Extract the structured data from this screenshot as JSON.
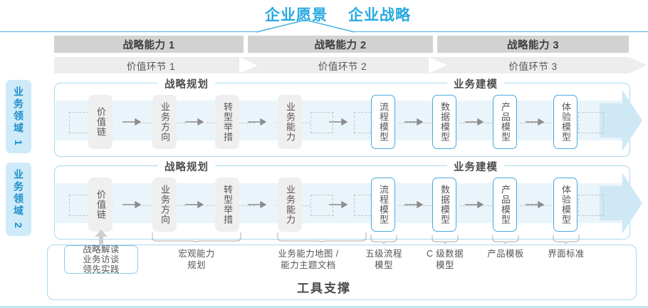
{
  "header": {
    "vision_title": "企业愿景",
    "strategy_title": "企业战略",
    "capabilities": [
      {
        "label": "战略能力 1"
      },
      {
        "label": "战略能力 2"
      },
      {
        "label": "战略能力 3"
      }
    ],
    "value_links": [
      {
        "label": "价值环节 1"
      },
      {
        "label": "价值环节 2"
      },
      {
        "label": "价值环节 3"
      }
    ]
  },
  "domains": [
    {
      "label": "业务领域 1"
    },
    {
      "label": "业务领域 2"
    }
  ],
  "sections": {
    "planning_title": "战略规划",
    "modeling_title": "业务建模"
  },
  "steps": {
    "planning": [
      {
        "label": "价值链"
      },
      {
        "label": "业务方向"
      },
      {
        "label": "转型举措"
      },
      {
        "label": "业务能力"
      }
    ],
    "modeling": [
      {
        "label": "流程模型"
      },
      {
        "label": "数据模型"
      },
      {
        "label": "产品模型"
      },
      {
        "label": "体验模型"
      }
    ]
  },
  "deliverables": [
    {
      "label": "宏观能力\n规划"
    },
    {
      "label": "业务能力地图 /\n能力主题文档"
    },
    {
      "label": "五级流程\n模型"
    },
    {
      "label": "C 级数据\n模型"
    },
    {
      "label": "产品模板"
    },
    {
      "label": "界面标准"
    }
  ],
  "source_box": {
    "label": "战略解读\n业务访谈\n领先实践"
  },
  "footer": {
    "tool_title": "工具支撑"
  },
  "colors": {
    "accent_blue": "#28a9e0",
    "box_blue_border": "#49a9dd",
    "frame_blue": "#a9d8ef",
    "tab_blue_bg": "#cfeaf8",
    "tab_blue_text": "#1e8fcc",
    "band_blue": "#eaf5fb",
    "arrow_blue": "#cfe8f5",
    "cap_bar_gray": "#d2d2d2",
    "chev_gray": "#ededed",
    "box_gray": "#efefef",
    "text_gray": "#555555"
  }
}
